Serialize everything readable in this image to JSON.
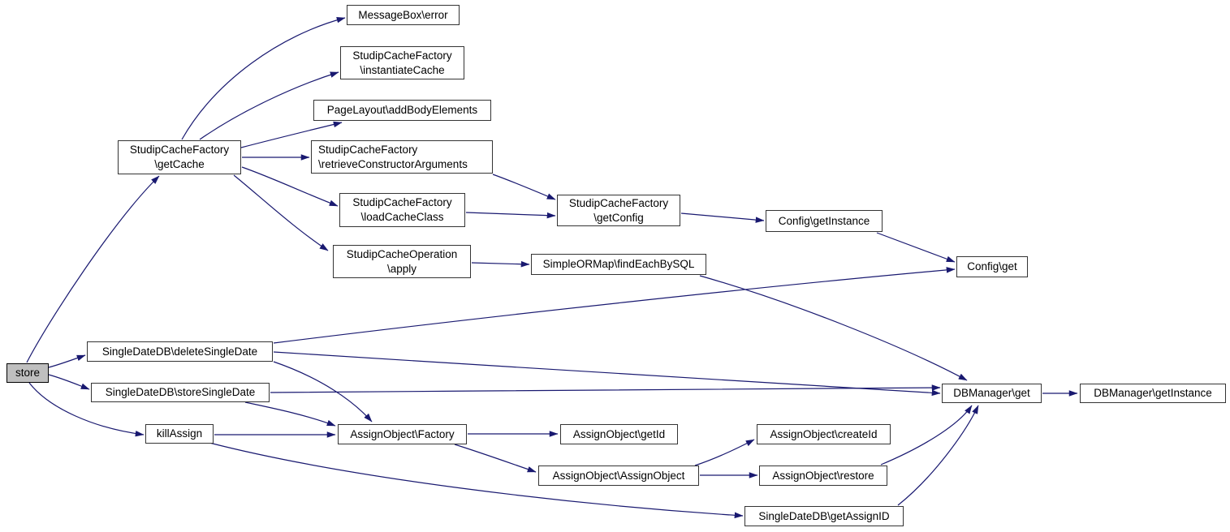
{
  "diagram": {
    "type": "call-graph",
    "root": "store",
    "edge_color": "#191970",
    "node_fill": "#ffffff",
    "node_border_color": "#343434",
    "root_node_fill": "#bfbfbf",
    "background": "#ffffff"
  },
  "nodes": {
    "store": {
      "label": "store"
    },
    "getCache": {
      "label": "StudipCacheFactory\n\\getCache"
    },
    "error": {
      "label": "MessageBox\\error"
    },
    "instantiateCache": {
      "label": "StudipCacheFactory\n\\instantiateCache"
    },
    "addBodyElements": {
      "label": "PageLayout\\addBodyElements"
    },
    "retrieveConstructorArguments": {
      "label": "StudipCacheFactory\n\\retrieveConstructorArguments"
    },
    "loadCacheClass": {
      "label": "StudipCacheFactory\n\\loadCacheClass"
    },
    "getConfig": {
      "label": "StudipCacheFactory\n\\getConfig"
    },
    "configGetInstance": {
      "label": "Config\\getInstance"
    },
    "apply": {
      "label": "StudipCacheOperation\n\\apply"
    },
    "findEachBySQL": {
      "label": "SimpleORMap\\findEachBySQL"
    },
    "configGet": {
      "label": "Config\\get"
    },
    "deleteSingleDate": {
      "label": "SingleDateDB\\deleteSingleDate"
    },
    "storeSingleDate": {
      "label": "SingleDateDB\\storeSingleDate"
    },
    "killAssign": {
      "label": "killAssign"
    },
    "factory": {
      "label": "AssignObject\\Factory"
    },
    "getId": {
      "label": "AssignObject\\getId"
    },
    "createId": {
      "label": "AssignObject\\createId"
    },
    "assignObject": {
      "label": "AssignObject\\AssignObject"
    },
    "restore": {
      "label": "AssignObject\\restore"
    },
    "getAssignID": {
      "label": "SingleDateDB\\getAssignID"
    },
    "dbGet": {
      "label": "DBManager\\get"
    },
    "dbGetInstance": {
      "label": "DBManager\\getInstance"
    }
  },
  "edges": [
    {
      "from": "store",
      "to": "getCache"
    },
    {
      "from": "store",
      "to": "deleteSingleDate"
    },
    {
      "from": "store",
      "to": "storeSingleDate"
    },
    {
      "from": "store",
      "to": "killAssign"
    },
    {
      "from": "getCache",
      "to": "error"
    },
    {
      "from": "getCache",
      "to": "instantiateCache"
    },
    {
      "from": "getCache",
      "to": "addBodyElements"
    },
    {
      "from": "getCache",
      "to": "retrieveConstructorArguments"
    },
    {
      "from": "getCache",
      "to": "loadCacheClass"
    },
    {
      "from": "getCache",
      "to": "apply"
    },
    {
      "from": "retrieveConstructorArguments",
      "to": "getConfig"
    },
    {
      "from": "loadCacheClass",
      "to": "getConfig"
    },
    {
      "from": "getConfig",
      "to": "configGetInstance"
    },
    {
      "from": "configGetInstance",
      "to": "configGet"
    },
    {
      "from": "apply",
      "to": "findEachBySQL"
    },
    {
      "from": "findEachBySQL",
      "to": "dbGet"
    },
    {
      "from": "deleteSingleDate",
      "to": "configGet"
    },
    {
      "from": "deleteSingleDate",
      "to": "dbGet"
    },
    {
      "from": "deleteSingleDate",
      "to": "factory"
    },
    {
      "from": "storeSingleDate",
      "to": "dbGet"
    },
    {
      "from": "storeSingleDate",
      "to": "factory"
    },
    {
      "from": "killAssign",
      "to": "factory"
    },
    {
      "from": "killAssign",
      "to": "getAssignID"
    },
    {
      "from": "factory",
      "to": "getId"
    },
    {
      "from": "factory",
      "to": "assignObject"
    },
    {
      "from": "assignObject",
      "to": "createId"
    },
    {
      "from": "assignObject",
      "to": "restore"
    },
    {
      "from": "restore",
      "to": "dbGet"
    },
    {
      "from": "getAssignID",
      "to": "dbGet"
    },
    {
      "from": "dbGet",
      "to": "dbGetInstance"
    }
  ]
}
